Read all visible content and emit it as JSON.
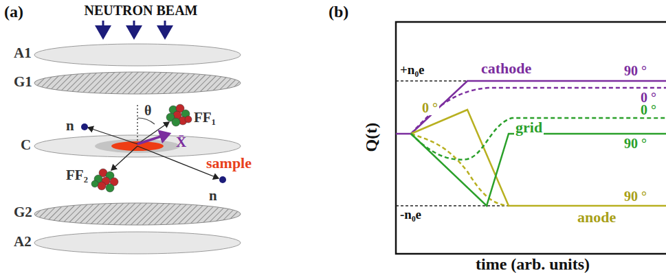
{
  "diagram": {
    "labels": [
      "(a)",
      "NEUTRON BEAM",
      "A1",
      "G1",
      "C",
      "G2",
      "A2",
      "n",
      "θ",
      "FF₁",
      "X̄",
      "sample",
      "FF₂",
      "n",
      "(b)",
      "+n₀e",
      "-n₀e",
      "Q(t)",
      "time (arb. units)",
      "cathode",
      "90 °",
      "0 °",
      "0 °",
      "grid",
      "90 °",
      "90 °",
      "anode",
      "0 °"
    ]
  }
}
